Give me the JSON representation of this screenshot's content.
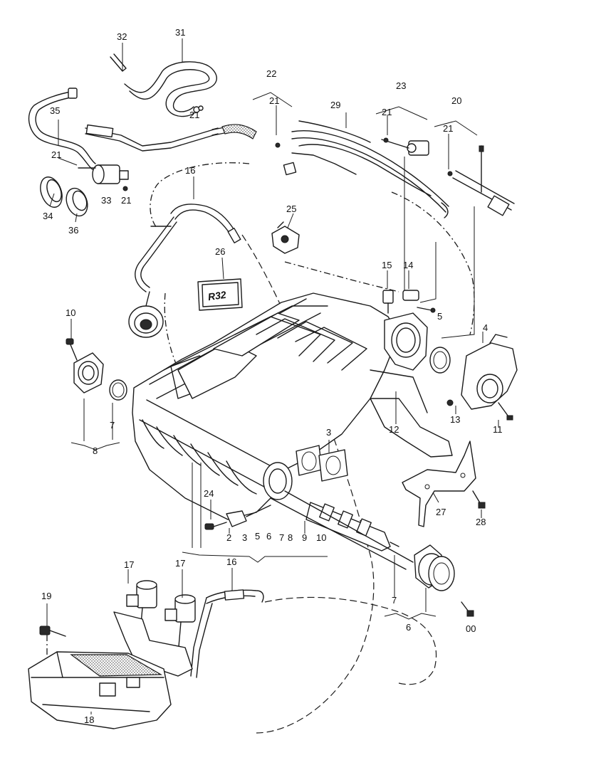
{
  "diagram": {
    "callouts": [
      {
        "id": "32",
        "text": "32"
      },
      {
        "id": "31",
        "text": "31"
      },
      {
        "id": "22",
        "text": "22"
      },
      {
        "id": "23",
        "text": "23"
      },
      {
        "id": "21a",
        "text": "21"
      },
      {
        "id": "29",
        "text": "29"
      },
      {
        "id": "21b",
        "text": "21"
      },
      {
        "id": "20",
        "text": "20"
      },
      {
        "id": "21c",
        "text": "21"
      },
      {
        "id": "35",
        "text": "35"
      },
      {
        "id": "21d",
        "text": "21"
      },
      {
        "id": "21e",
        "text": "21"
      },
      {
        "id": "33",
        "text": "33"
      },
      {
        "id": "21f",
        "text": "21"
      },
      {
        "id": "34",
        "text": "34"
      },
      {
        "id": "36",
        "text": "36"
      },
      {
        "id": "16a",
        "text": "16"
      },
      {
        "id": "25",
        "text": "25"
      },
      {
        "id": "26",
        "text": "26"
      },
      {
        "id": "15",
        "text": "15"
      },
      {
        "id": "14",
        "text": "14"
      },
      {
        "id": "5a",
        "text": "5"
      },
      {
        "id": "4",
        "text": "4"
      },
      {
        "id": "10a",
        "text": "10"
      },
      {
        "id": "7a",
        "text": "7"
      },
      {
        "id": "8",
        "text": "8"
      },
      {
        "id": "13",
        "text": "13"
      },
      {
        "id": "11",
        "text": "11"
      },
      {
        "id": "12",
        "text": "12"
      },
      {
        "id": "3a",
        "text": "3"
      },
      {
        "id": "27",
        "text": "27"
      },
      {
        "id": "28",
        "text": "28"
      },
      {
        "id": "24",
        "text": "24"
      },
      {
        "id": "2",
        "text": "2"
      },
      {
        "id": "3b",
        "text": "3"
      },
      {
        "id": "5b",
        "text": "5"
      },
      {
        "id": "6a",
        "text": "6"
      },
      {
        "id": "7b",
        "text": "7"
      },
      {
        "id": "8b",
        "text": "8"
      },
      {
        "id": "9",
        "text": "9"
      },
      {
        "id": "10b",
        "text": "10"
      },
      {
        "id": "17a",
        "text": "17"
      },
      {
        "id": "17b",
        "text": "17"
      },
      {
        "id": "16b",
        "text": "16"
      },
      {
        "id": "19",
        "text": "19"
      },
      {
        "id": "7c",
        "text": "7"
      },
      {
        "id": "6b",
        "text": "6"
      },
      {
        "id": "00",
        "text": "00"
      },
      {
        "id": "18",
        "text": "18"
      }
    ],
    "emblem_text": "R32"
  }
}
